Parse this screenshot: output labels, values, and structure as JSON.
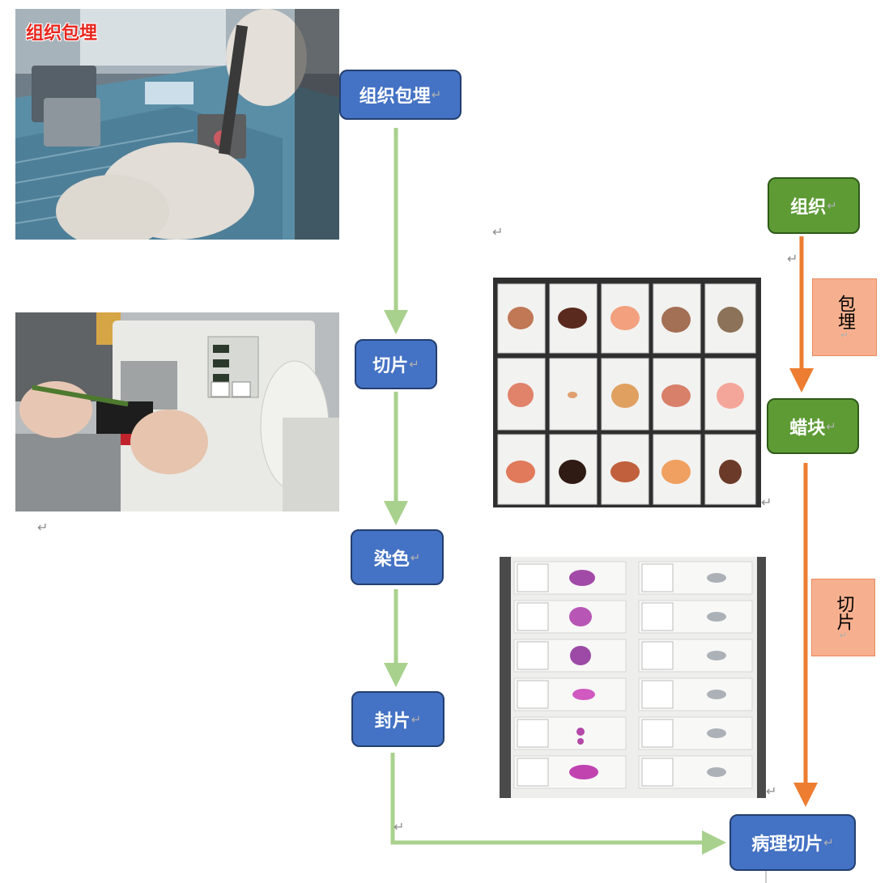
{
  "photo_caption": "组织包埋",
  "process_flow": {
    "steps": [
      "组织包埋",
      "切片",
      "染色",
      "封片"
    ],
    "result": "病理切片"
  },
  "right_flow": {
    "nodes": [
      "组织",
      "蜡块"
    ],
    "edge_labels": [
      "包埋",
      "切片"
    ]
  },
  "paragraph_mark": "↵",
  "colors": {
    "blue_node": "#4472c4",
    "green_node": "#5e9b35",
    "green_arrow": "#a9d18e",
    "orange_arrow": "#ed7d31",
    "label_fill": "#f7b08f"
  }
}
